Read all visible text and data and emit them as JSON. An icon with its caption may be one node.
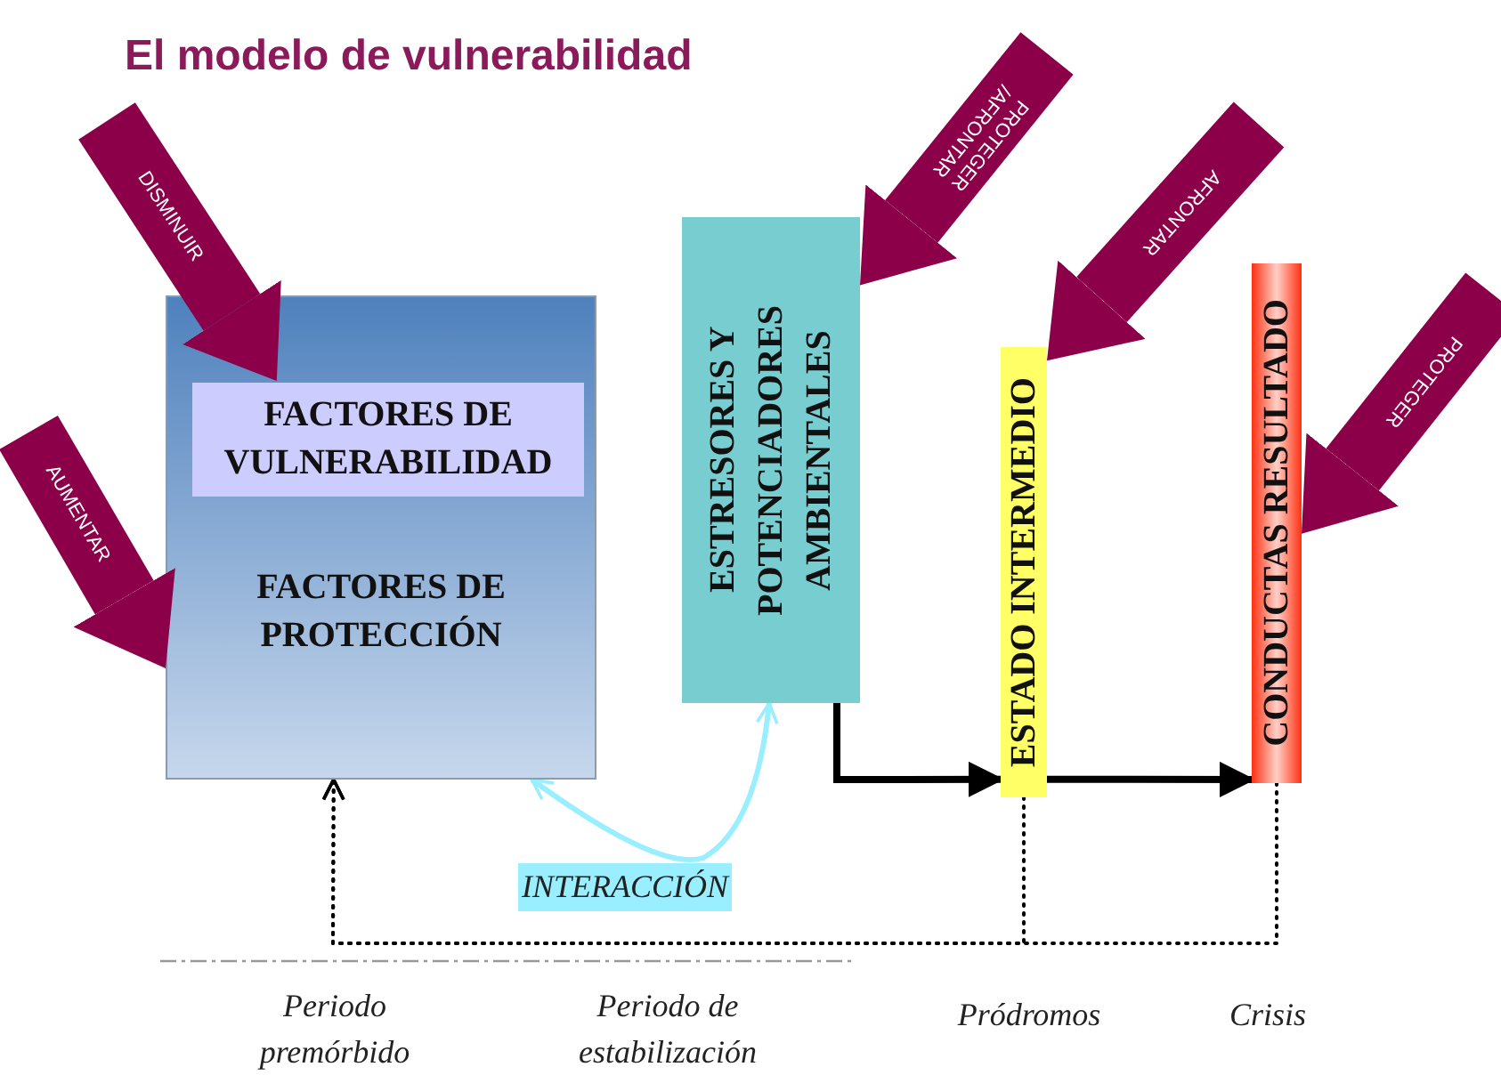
{
  "diagram": {
    "title": "El modelo de vulnerabilidad",
    "nodes": [
      {
        "text": [
          "FACTORES DE PROTECCIÓN"
        ]
      },
      {
        "text": [
          "FACTORES DE VULNERABILIDAD"
        ],
        "in": 0
      },
      {
        "text": [
          "ESTRESORES Y POTENCIADORES AMBIENTALES"
        ]
      },
      {
        "text": [
          "ESTADO INTERMEDIO"
        ]
      },
      {
        "text": [
          "CONDUCTAS RESULTADO"
        ]
      }
    ],
    "edges": [
      {
        "from": 2,
        "to": 3,
        "arrow": "to",
        "color": "#000000"
      },
      {
        "from": 3,
        "to": 4,
        "arrow": "to",
        "color": "#000000"
      },
      {
        "from": 0,
        "to": 2,
        "arrow": "both",
        "label": "INTERACCIÓN",
        "color": "#99eeff"
      },
      {
        "from": 4,
        "to": 0,
        "arrow": "to",
        "style": "dashed",
        "color": "#000000"
      },
      {
        "from": 3,
        "to": 0,
        "arrow": "to",
        "style": "dashed",
        "color": "#000000"
      },
      {
        "from": null,
        "to": 1,
        "arrow": "to",
        "label": "DISMINUIR",
        "style": "thick",
        "color": "#8b0048"
      },
      {
        "from": null,
        "to": 0,
        "arrow": "to",
        "label": "AUMENTAR",
        "style": "thick",
        "color": "#8b0048"
      },
      {
        "from": null,
        "to": 2,
        "arrow": "to",
        "label": "PROTEGER /AFRONTAR",
        "style": "thick",
        "color": "#8b0048"
      },
      {
        "from": null,
        "to": 3,
        "arrow": "to",
        "label": "AFRONTAR",
        "style": "thick",
        "color": "#8b0048"
      },
      {
        "from": null,
        "to": 4,
        "arrow": "to",
        "label": "PROTEGER",
        "style": "thick",
        "color": "#8b0048"
      }
    ],
    "labels": [
      "Periodo premórbido",
      "Periodo de estabilización",
      "Pródromos",
      "Crisis"
    ]
  }
}
